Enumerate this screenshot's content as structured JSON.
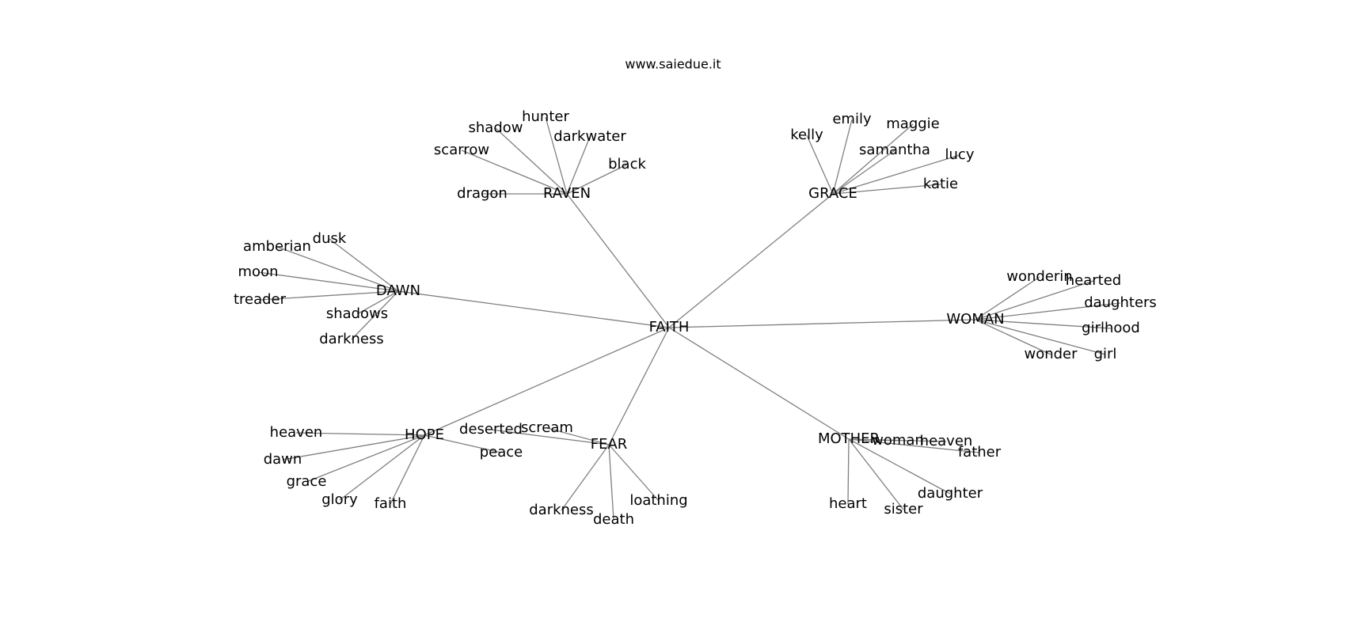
{
  "title": "www.saiedue.it",
  "center": "FAITH",
  "groups": [
    {
      "hub": "RAVEN",
      "words": [
        "shadow",
        "hunter",
        "darkwater",
        "scarrow",
        "black",
        "dragon"
      ]
    },
    {
      "hub": "GRACE",
      "words": [
        "kelly",
        "emily",
        "maggie",
        "samantha",
        "lucy",
        "katie"
      ]
    },
    {
      "hub": "DAWN",
      "words": [
        "dusk",
        "amberian",
        "moon",
        "treader",
        "shadows",
        "darkness"
      ]
    },
    {
      "hub": "WOMAN",
      "words": [
        "wonderin",
        "hearted",
        "daughters",
        "girlhood",
        "wonder",
        "girl"
      ]
    },
    {
      "hub": "HOPE",
      "words": [
        "heaven",
        "dawn",
        "grace",
        "glory",
        "faith",
        "peace"
      ]
    },
    {
      "hub": "FEAR",
      "words": [
        "deserted",
        "scream",
        "darkness",
        "death",
        "loathing"
      ]
    },
    {
      "hub": "MOTHER",
      "words": [
        "woman",
        "heaven",
        "father",
        "daughter",
        "sister",
        "heart"
      ]
    }
  ]
}
